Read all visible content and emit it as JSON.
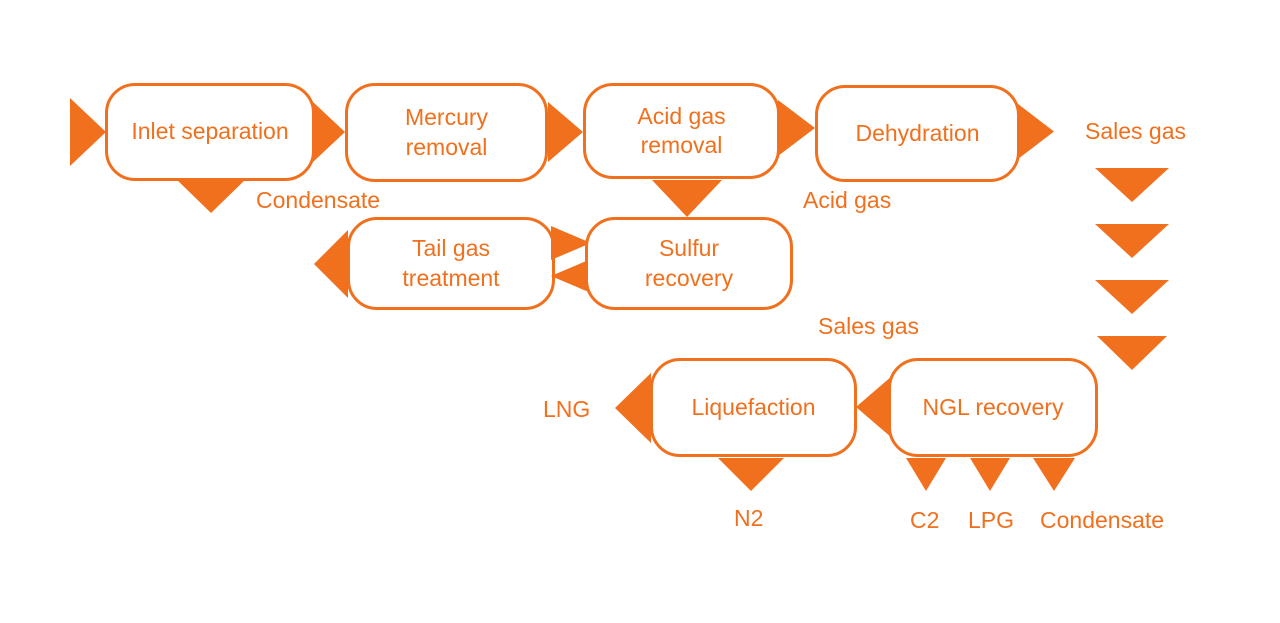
{
  "diagram": {
    "title_hint": "Natural gas processing flow diagram",
    "accent_color": "#F0701E",
    "background_color": "#FFFFFF",
    "stages": {
      "inlet_separation": "Inlet separation",
      "mercury_removal": "Mercury removal",
      "acid_gas_removal": "Acid gas removal",
      "dehydration": "Dehydration",
      "tail_gas_treatment": "Tail gas treatment",
      "sulfur_recovery": "Sulfur recovery",
      "liquefaction": "Liquefaction",
      "ngl_recovery": "NGL recovery"
    },
    "labels": {
      "sales_gas_top": "Sales gas",
      "condensate_top": "Condensate",
      "acid_gas": "Acid gas",
      "sales_gas_mid": "Sales gas",
      "lng": "LNG",
      "n2": "N2",
      "c2": "C2",
      "lpg": "LPG",
      "condensate_bottom": "Condensate"
    },
    "icons": {
      "flow_arrow": "solid orange triangle"
    },
    "edges": [
      {
        "from": "feed",
        "to": "Inlet separation",
        "direction": "right"
      },
      {
        "from": "Inlet separation",
        "to": "Mercury removal",
        "direction": "right"
      },
      {
        "from": "Inlet separation",
        "to": "Condensate",
        "direction": "down"
      },
      {
        "from": "Mercury removal",
        "to": "Acid gas removal",
        "direction": "right"
      },
      {
        "from": "Acid gas removal",
        "to": "Dehydration",
        "direction": "right"
      },
      {
        "from": "Acid gas removal",
        "to": "Sulfur recovery",
        "direction": "down",
        "label": "Acid gas"
      },
      {
        "from": "Sulfur recovery",
        "to": "Tail gas treatment",
        "direction": "left"
      },
      {
        "from": "Tail gas treatment",
        "to": "Sulfur recovery",
        "direction": "right"
      },
      {
        "from": "Tail gas treatment",
        "to": "out",
        "direction": "left"
      },
      {
        "from": "Dehydration",
        "to": "Sales gas",
        "direction": "right"
      },
      {
        "from": "Sales gas",
        "to": "NGL recovery",
        "direction": "down",
        "label": "Sales gas"
      },
      {
        "from": "NGL recovery",
        "to": "Liquefaction",
        "direction": "left"
      },
      {
        "from": "Liquefaction",
        "to": "LNG",
        "direction": "left"
      },
      {
        "from": "Liquefaction",
        "to": "N2",
        "direction": "down"
      },
      {
        "from": "NGL recovery",
        "to": "C2",
        "direction": "down"
      },
      {
        "from": "NGL recovery",
        "to": "LPG",
        "direction": "down"
      },
      {
        "from": "NGL recovery",
        "to": "Condensate",
        "direction": "down"
      }
    ]
  }
}
